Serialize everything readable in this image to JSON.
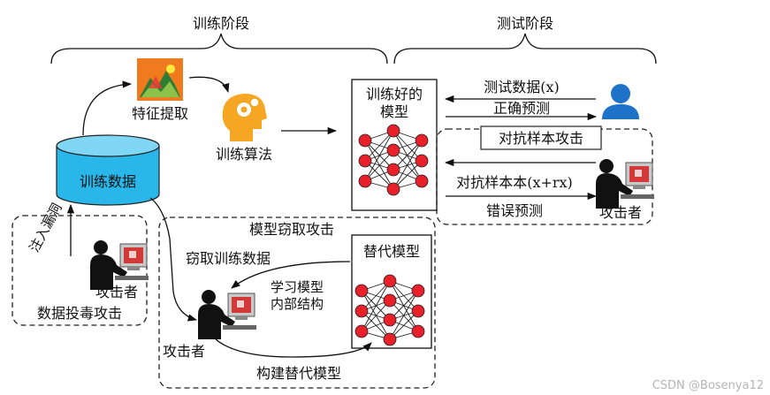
{
  "phases": {
    "training": "训练阶段",
    "testing": "测试阶段"
  },
  "nodes": {
    "feature_extraction": "特征提取",
    "training_algorithm": "训练算法",
    "training_data": "训练数据",
    "trained_model_line1": "训练好的",
    "trained_model_line2": "模型",
    "surrogate_model": "替代模型"
  },
  "arrows": {
    "test_data": "测试数据(x)",
    "correct_prediction": "正确预测",
    "adversarial_attack": "对抗样本攻击",
    "adversarial_sample": "对抗样本本(x+rx)",
    "wrong_prediction": "错误预测",
    "steal_training_data": "窃取训练数据",
    "learn_structure_line1": "学习模型",
    "learn_structure_line2": "内部结构",
    "build_surrogate": "构建替代模型",
    "inject_vulnerability": "注入漏洞"
  },
  "regions": {
    "model_stealing_attack": "模型窃取攻击",
    "data_poisoning_attack": "数据投毒攻击"
  },
  "actors": {
    "attacker_adversarial": "攻击者",
    "attacker_poisoning": "攻击者",
    "attacker_stealing": "攻击者"
  },
  "watermark": "CSDN @Bosenya12",
  "colors": {
    "neuron": "#e8202a",
    "database": "#29b6e8",
    "database_top": "#7fd6f5",
    "user": "#1e73c8",
    "brain": "#e8a020"
  }
}
